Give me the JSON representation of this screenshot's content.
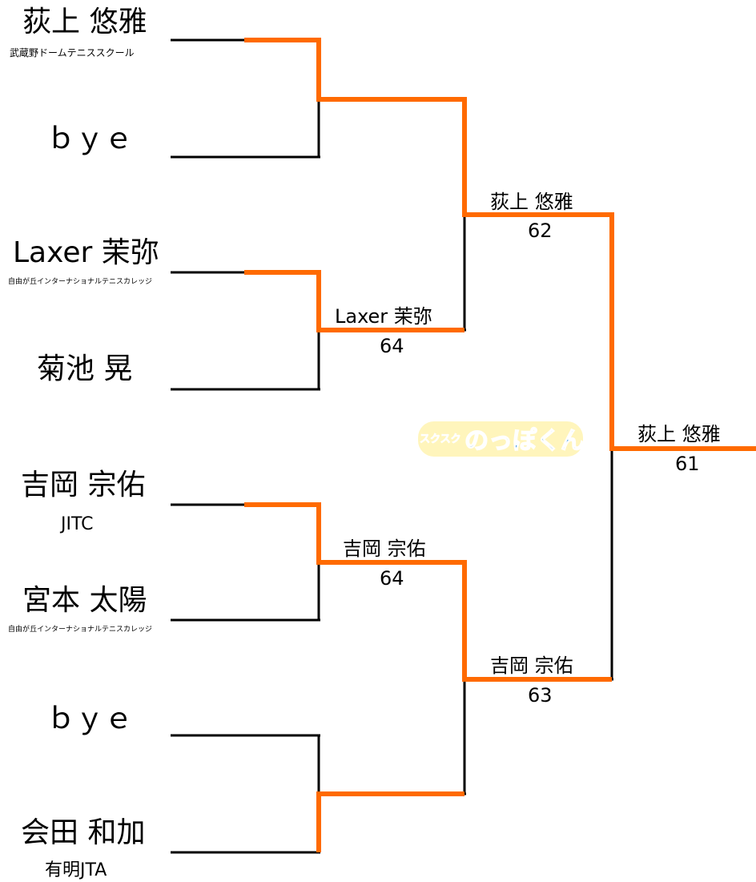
{
  "players": [
    {
      "name": "荻上 悠雅",
      "club": "武蔵野ドームテニススクール"
    },
    {
      "name": "ｂｙｅ",
      "club": ""
    },
    {
      "name": "Laxer 茉弥",
      "club": "自由が丘インターナショナルテニスカレッジ"
    },
    {
      "name": "菊池 晃",
      "club": ""
    },
    {
      "name": "吉岡 宗佑",
      "club": "JITC"
    },
    {
      "name": "宮本 太陽",
      "club": "自由が丘インターナショナルテニスカレッジ"
    },
    {
      "name": "ｂｙｅ",
      "club": ""
    },
    {
      "name": "会田 和加",
      "club": "有明JTA"
    }
  ],
  "results": {
    "r2_top": {
      "winner": "荻上 悠雅",
      "score": "62"
    },
    "r1_laxer": {
      "winner": "Laxer 茉弥",
      "score": "64"
    },
    "r1_yoshioka": {
      "winner": "吉岡 宗佑",
      "score": "64"
    },
    "r2_bottom": {
      "winner": "吉岡 宗佑",
      "score": "63"
    },
    "final": {
      "winner": "荻上 悠雅",
      "score": "61"
    }
  },
  "logo": {
    "small": "スクスク",
    "main": "のっぽくん"
  },
  "colors": {
    "line": "#000000",
    "winner": "#ff6a00",
    "logo_blue": "#1e88e5"
  }
}
